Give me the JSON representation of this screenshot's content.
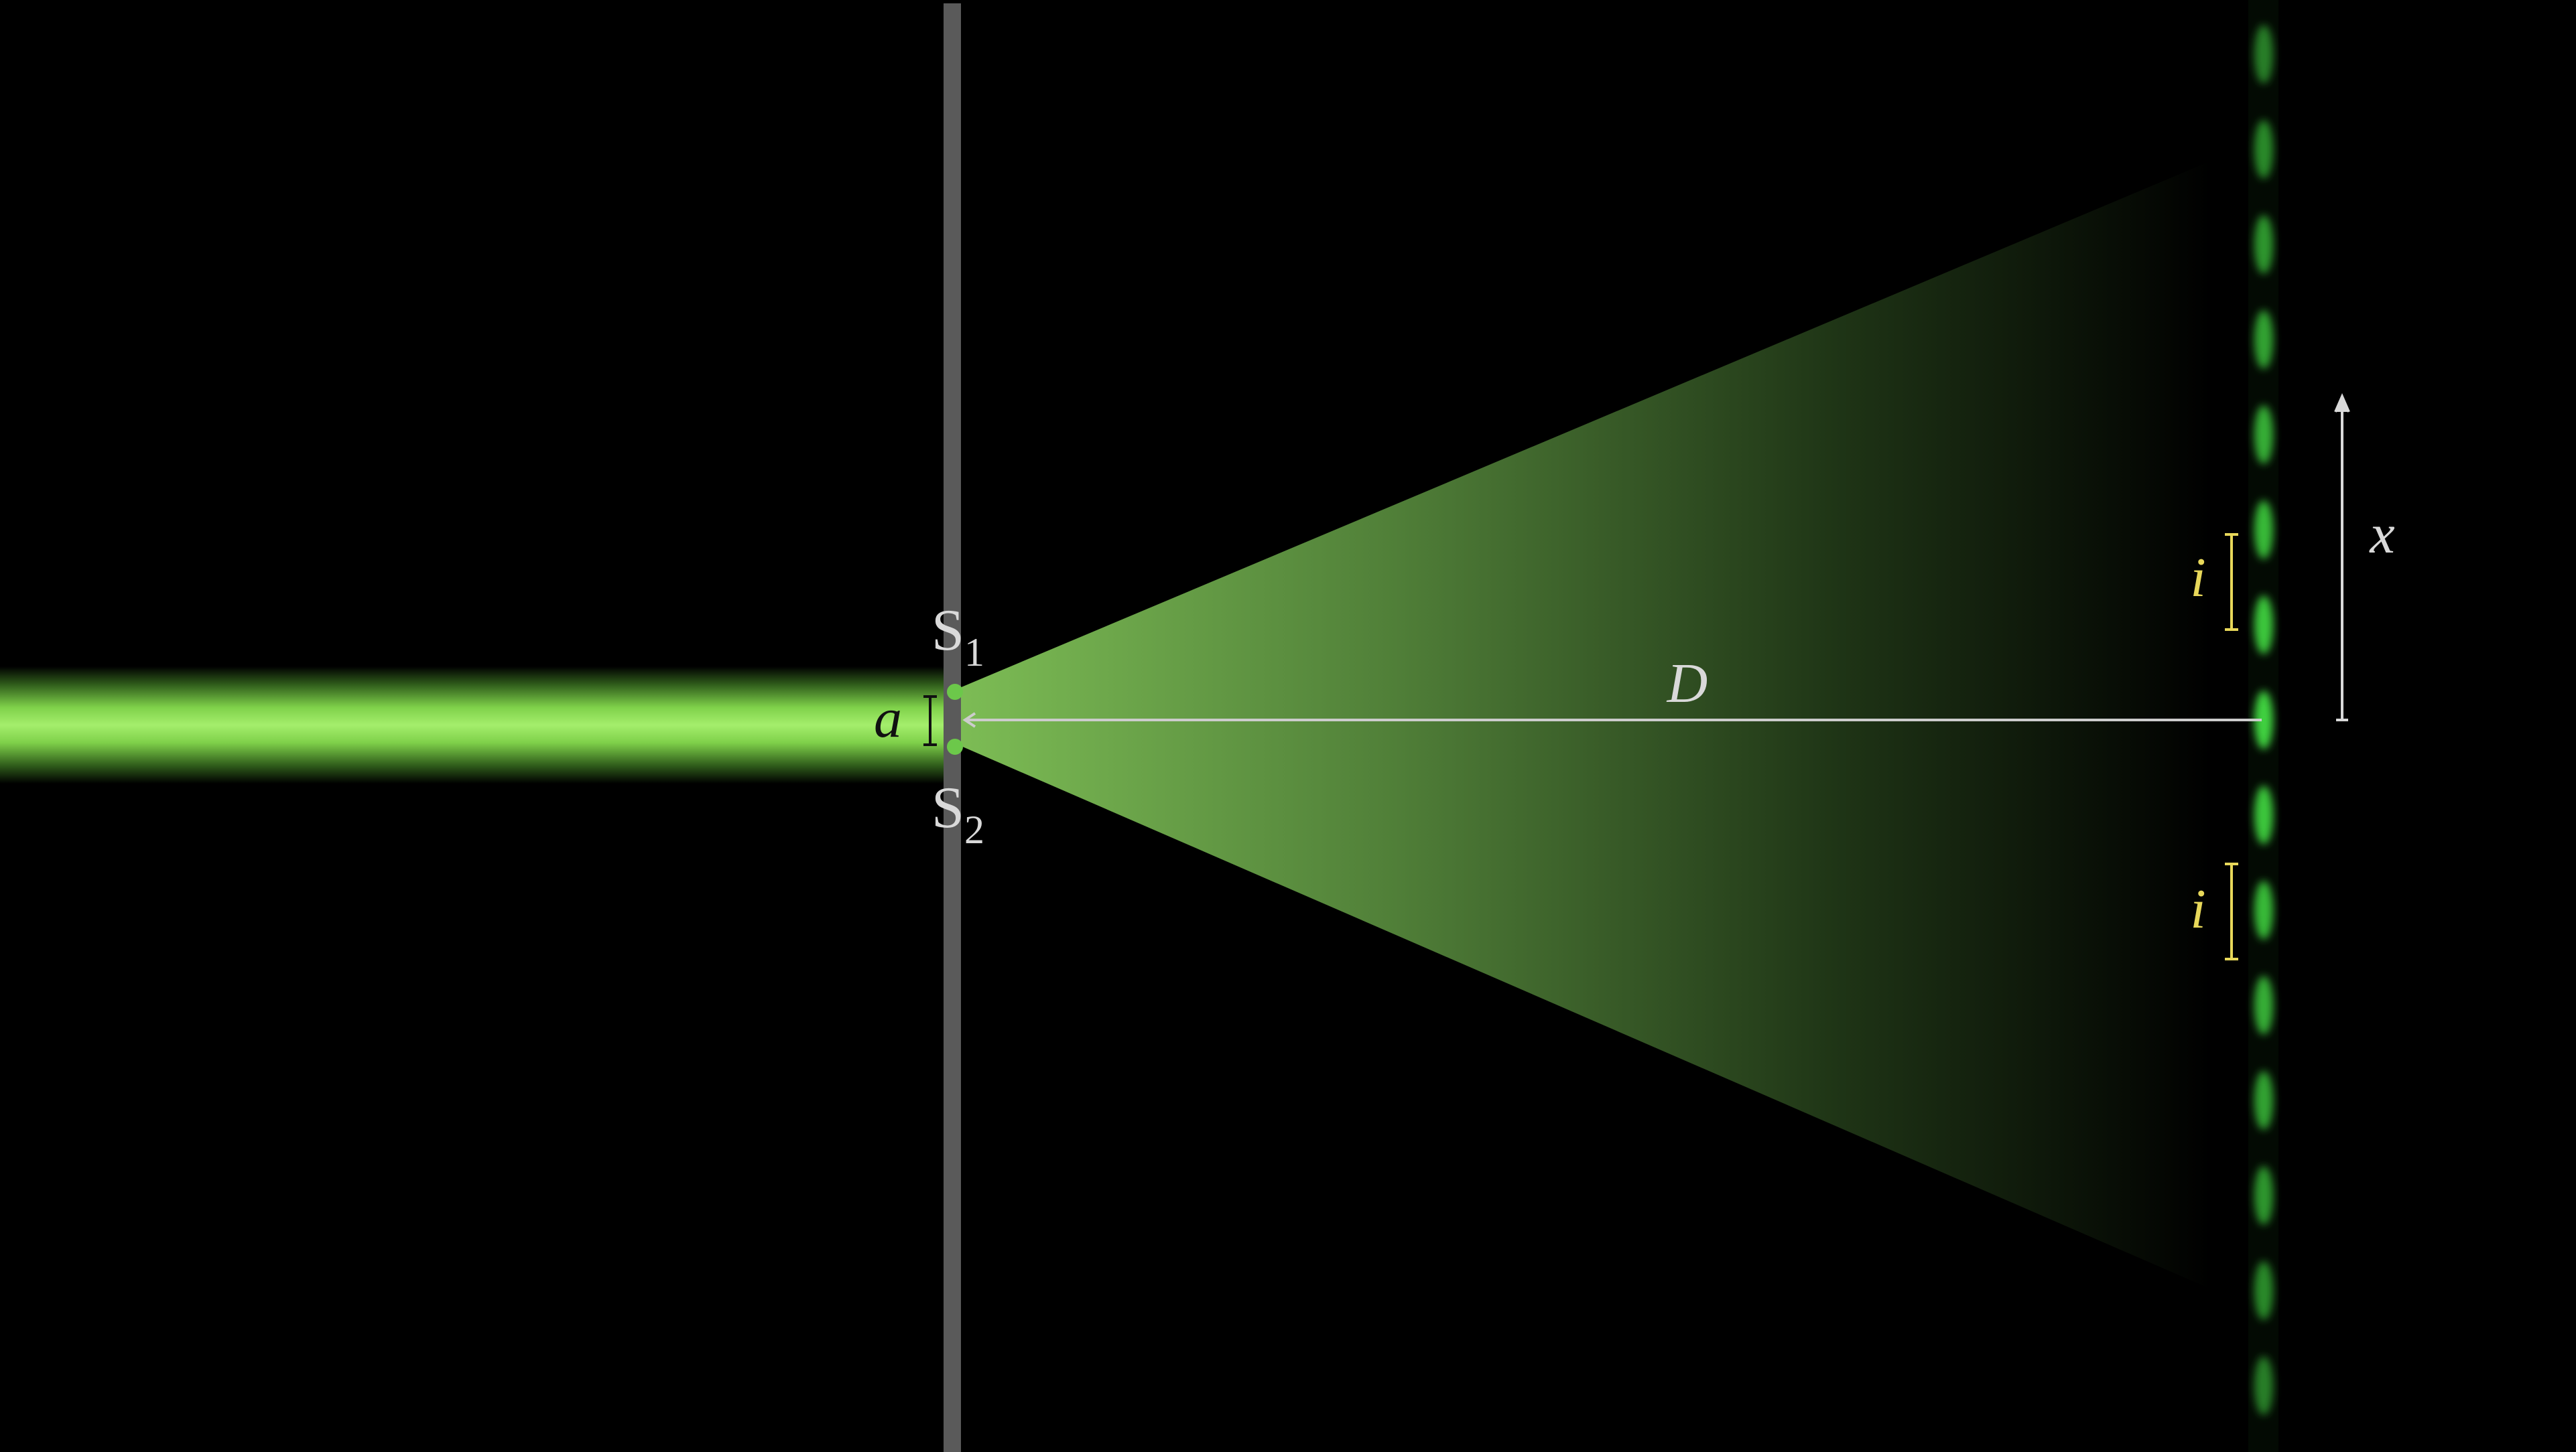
{
  "diagram": {
    "colors": {
      "background": "#000000",
      "beam": "#9be564",
      "beam_glow": "#7fd14a",
      "cone_start": "#7dbd55",
      "cone_end": "#000000",
      "slit_plate": "#5a5a5a",
      "slit_point": "#6cc84a",
      "fringe": "#3fd23f",
      "dimension_line": "#cccccc",
      "label_light": "#d9d9d9",
      "label_dark": "#111111",
      "fringe_spacing": "#e8d85a"
    },
    "labels": {
      "slit_top": "S",
      "slit_top_sub": "1",
      "slit_bottom": "S",
      "slit_bottom_sub": "2",
      "slit_separation": "a",
      "distance": "D",
      "position": "x",
      "fringe_spacing_upper": "i",
      "fringe_spacing_lower": "i"
    },
    "fringe_count": 15
  }
}
